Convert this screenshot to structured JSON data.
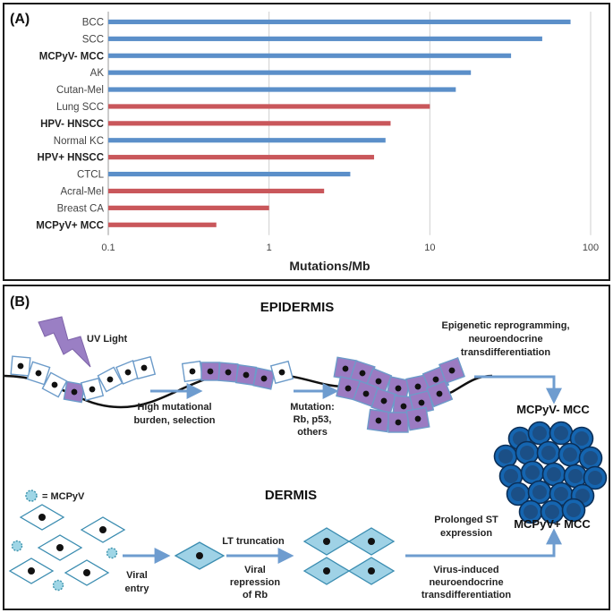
{
  "panel_a": {
    "label": "(A)",
    "chart_data": {
      "type": "bar",
      "orientation": "horizontal",
      "xscale": "log",
      "xlim": [
        0.1,
        100
      ],
      "xlabel": "Mutations/Mb",
      "xticks": [
        "0.1",
        "1",
        "10",
        "100"
      ],
      "grid": true,
      "colors": {
        "blue": "#5b8fc9",
        "red": "#c9575b"
      },
      "categories": [
        "BCC",
        "SCC",
        "MCPyV- MCC",
        "AK",
        "Cutan-Mel",
        "Lung SCC",
        "HPV- HNSCC",
        "Normal KC",
        "HPV+ HNSCC",
        "CTCL",
        "Acral-Mel",
        "Breast CA",
        "MCPyV+ MCC"
      ],
      "values": [
        75,
        50,
        32,
        18,
        14.5,
        10,
        5.7,
        5.3,
        4.5,
        3.2,
        2.2,
        1.0,
        0.47
      ],
      "bar_colors": [
        "blue",
        "blue",
        "blue",
        "blue",
        "blue",
        "red",
        "red",
        "blue",
        "red",
        "blue",
        "red",
        "red",
        "red"
      ],
      "bold_labels": [
        false,
        false,
        true,
        false,
        false,
        false,
        true,
        false,
        true,
        false,
        false,
        false,
        true
      ]
    }
  },
  "panel_b": {
    "label": "(B)",
    "epidermis": "EPIDERMIS",
    "dermis": "DERMIS",
    "uv_light": "UV Light",
    "step1": [
      "High mutational",
      "burden, selection"
    ],
    "step2": [
      "Mutation:",
      "Rb, p53,",
      "others"
    ],
    "step3": [
      "Epigenetic reprogramming,",
      "neuroendocrine",
      "transdifferentiation"
    ],
    "mcc_neg": "MCPyV- MCC",
    "mcc_pos": "MCPyV+ MCC",
    "legend": "= MCPyV",
    "viral_entry": [
      "Viral",
      "entry"
    ],
    "lt_truncation": "LT truncation",
    "viral_repression": [
      "Viral",
      "repression",
      "of Rb"
    ],
    "prolonged": [
      "Prolonged ST",
      "expression"
    ],
    "virus_induced": [
      "Virus-induced",
      "neuroendocrine",
      "transdifferentiation"
    ]
  }
}
